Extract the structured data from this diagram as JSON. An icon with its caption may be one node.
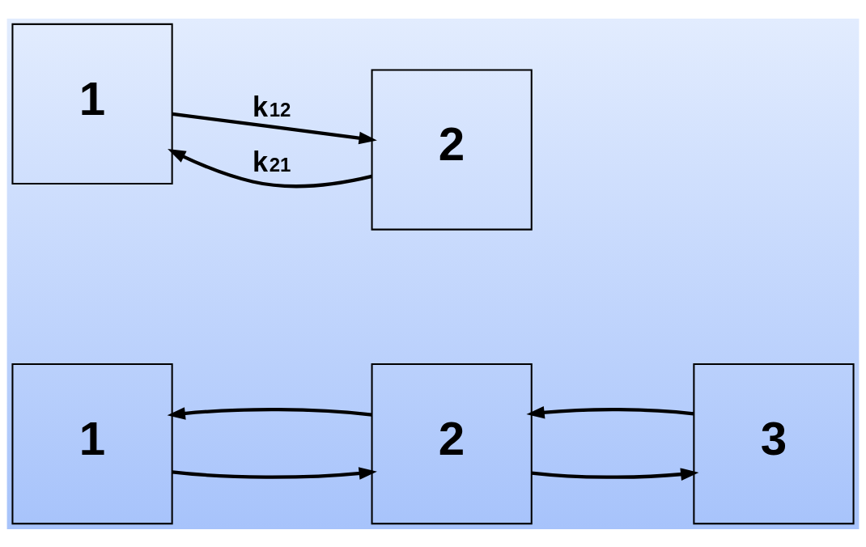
{
  "diagram": {
    "nodes": [
      {
        "text": [
          "1"
        ]
      },
      {
        "text": [
          "2"
        ]
      },
      {
        "text": [
          "1"
        ]
      },
      {
        "text": [
          "2"
        ]
      },
      {
        "text": [
          "3"
        ]
      }
    ],
    "edges": [
      {
        "from": 0,
        "to": 1,
        "arrow": "to",
        "label": "k$_{12}$"
      },
      {
        "from": 1,
        "to": 0,
        "arrow": "to",
        "label": "k$_{21}$"
      },
      {
        "from": 2,
        "to": 3,
        "arrow": "to"
      },
      {
        "from": 3,
        "to": 2,
        "arrow": "to"
      },
      {
        "from": 3,
        "to": 4,
        "arrow": "to"
      },
      {
        "from": 4,
        "to": 3,
        "arrow": "to"
      }
    ]
  }
}
